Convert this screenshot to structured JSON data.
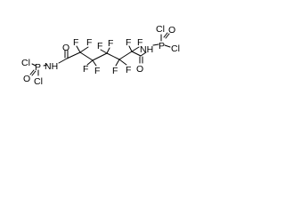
{
  "molecule": {
    "atoms": {
      "cl_top_left": "Cl",
      "cl_top_right": "Cl",
      "o_top": "O",
      "p_top": "P",
      "nh_top": "NH",
      "o_amide_top": "O",
      "f_c1a": "F",
      "f_c1b": "F",
      "f_c2a": "F",
      "f_c2b": "F",
      "f_c3a": "F",
      "f_c3b": "F",
      "f_c4a": "F",
      "f_c4b": "F",
      "f_c5a": "F",
      "f_c5b": "F",
      "o_amide_bottom": "O",
      "nh_bottom": "NH",
      "cl_bottom_left": "Cl",
      "cl_bottom_right": "Cl",
      "o_bottom": "O",
      "p_bottom": "P"
    }
  }
}
